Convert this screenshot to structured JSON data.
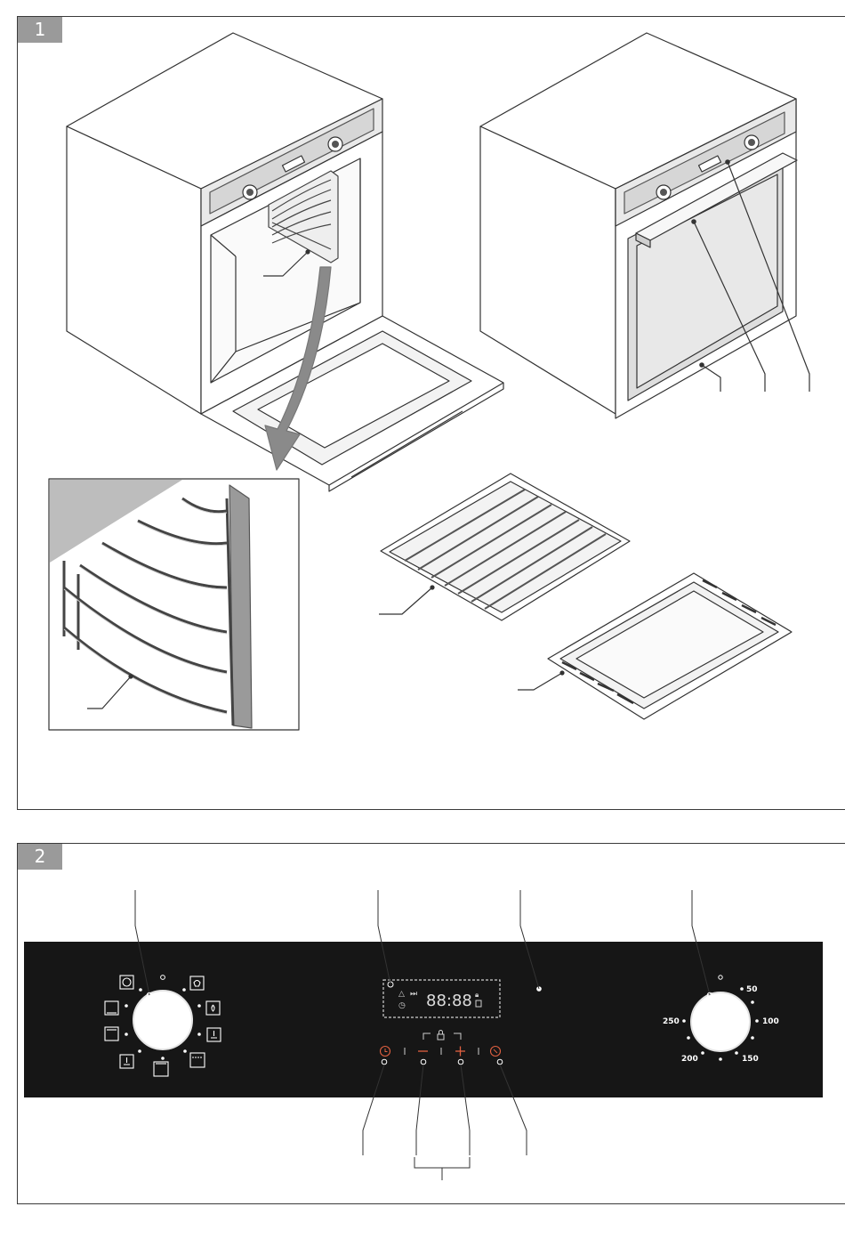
{
  "panels": [
    {
      "badge": "1"
    },
    {
      "badge": "2"
    }
  ],
  "display": {
    "digits": "88:88"
  },
  "temperature_dial": {
    "marks": [
      "0",
      "50",
      "100",
      "150",
      "200",
      "250"
    ]
  },
  "colors": {
    "panel_black": "#161616",
    "line": "#333333",
    "arrow_gray": "#8a8a8a",
    "display_frame": "#cfcfcf",
    "badge_gray": "#9a9a9a"
  }
}
